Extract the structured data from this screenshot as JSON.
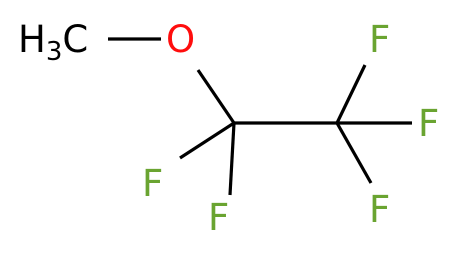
{
  "molecule": {
    "colors": {
      "bond": "#000000",
      "carbon": "#000000",
      "oxygen": "#ff0d0d",
      "fluorine": "#6aa431"
    },
    "labels": {
      "methyl_h": "H",
      "methyl_sub": "3",
      "methyl_c": "C",
      "oxygen": "O",
      "f_top": "F",
      "f_right": "F",
      "f_bottom_right": "F",
      "f_left": "F",
      "f_bottom": "F"
    }
  }
}
